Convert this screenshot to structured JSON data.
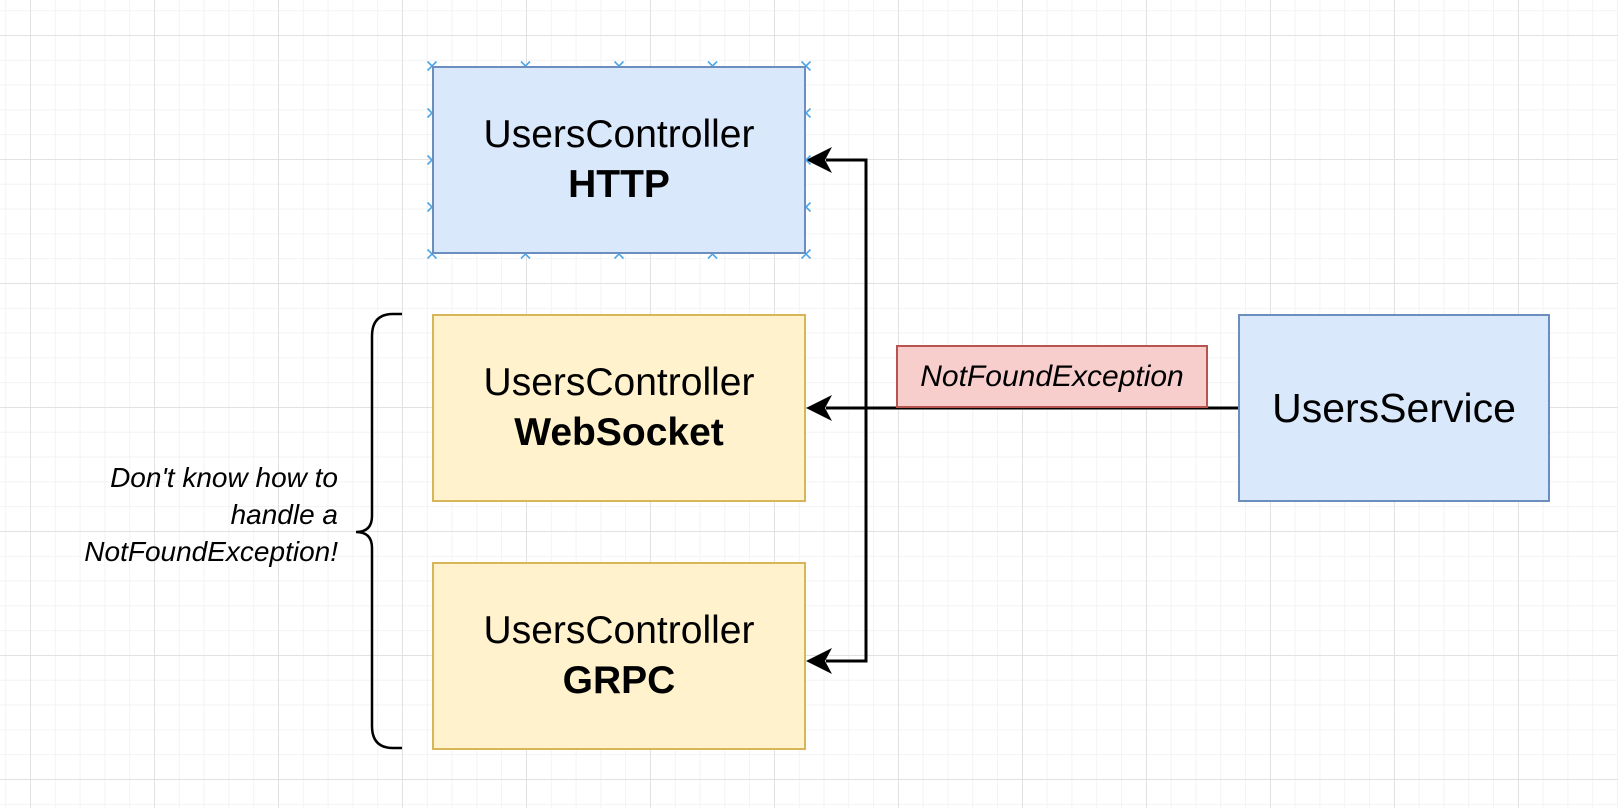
{
  "colors": {
    "controller_blue_fill": "#dae8fc",
    "controller_blue_stroke": "#6c8ebf",
    "controller_yellow_fill": "#fff2cc",
    "controller_yellow_stroke": "#d6b656",
    "exception_fill": "#f8cecc",
    "exception_stroke": "#b85450",
    "connector": "#000000",
    "selection_handle": "#4da6e8"
  },
  "nodes": {
    "http": {
      "line1": "UsersController",
      "line2": "HTTP",
      "selected": true
    },
    "websocket": {
      "line1": "UsersController",
      "line2": "WebSocket"
    },
    "grpc": {
      "line1": "UsersController",
      "line2": "GRPC"
    },
    "service": {
      "label": "UsersService"
    }
  },
  "exception_label": "NotFoundException",
  "brace_note": {
    "lines": [
      "Don't know how to",
      "handle a",
      "NotFoundException!"
    ]
  },
  "icons": {
    "selection_handle": "x-mark-icon",
    "arrow_head": "filled-arrow-icon"
  }
}
